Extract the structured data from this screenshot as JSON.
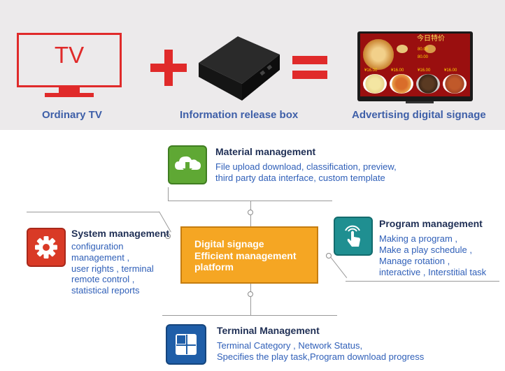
{
  "top": {
    "tv_label": "TV",
    "captions": [
      "Ordinary TV",
      "Information release box",
      "Advertising digital signage"
    ],
    "signage_title": "今日特价",
    "signage_prices": [
      "80.00",
      "80.00",
      "¥16.00",
      "¥16.00",
      "¥16.00",
      "¥16.00"
    ]
  },
  "colors": {
    "red": "#e02a2a",
    "caption_blue": "#3e5fa8",
    "green_icon": "#5fa834",
    "teal_icon": "#1f8f91",
    "red_icon": "#d93a26",
    "blue_icon": "#1f5ea8",
    "orange_center": "#f5a623"
  },
  "center": {
    "lines": [
      "Digital signage",
      "Efficient management",
      "platform"
    ]
  },
  "modules": {
    "material": {
      "title": "Material management",
      "icon": "cloud-download-icon",
      "desc": [
        "File upload download, classification, preview,",
        "third party data interface, custom template"
      ]
    },
    "program": {
      "title": "Program management",
      "icon": "touch-hand-icon",
      "desc": [
        "Making a program ,",
        "Make a play schedule ,",
        "Manage rotation ,",
        "interactive , Interstitial task"
      ]
    },
    "system": {
      "title": "System management",
      "icon": "gear-icon",
      "desc": [
        "configuration",
        "management ,",
        "user rights , terminal",
        "remote control ,",
        "statistical reports"
      ]
    },
    "terminal": {
      "title": "Terminal Management",
      "icon": "terminal-grid-icon",
      "desc": [
        "Terminal Category , Network Status,",
        "Specifies the play task,Program download progress"
      ]
    }
  }
}
